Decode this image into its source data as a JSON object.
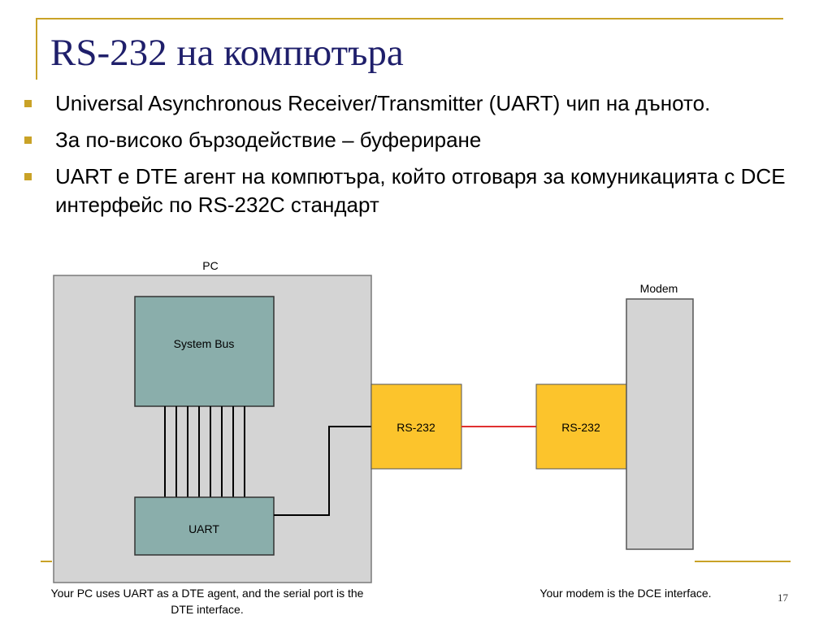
{
  "slide": {
    "title": "RS-232 на компютъра",
    "bullets": [
      "Universal Asynchronous Receiver/Transmitter (UART) чип на дъното.",
      "За по-високо бързодействие – буфериране",
      "UART е DTE агент на компютъра, който отговаря за комуникацията с DCE интерфейс по RS-232C стандарт"
    ],
    "page_number": "17"
  },
  "diagram": {
    "pc_label": "PC",
    "system_bus_label": "System Bus",
    "uart_label": "UART",
    "pc_port_label": "RS-232",
    "modem_port_label": "RS-232",
    "modem_label": "Modem",
    "pc_caption": "Your PC uses UART as a DTE agent, and the serial port is the DTE interface.",
    "modem_caption": "Your modem is the DCE interface."
  },
  "colors": {
    "accent": "#c9a227",
    "title": "#1f1f6b",
    "pc_box": "#d4d4d4",
    "teal_box": "#8aaeab",
    "port_box": "#fcc42c",
    "serial_link": "#e03030"
  }
}
